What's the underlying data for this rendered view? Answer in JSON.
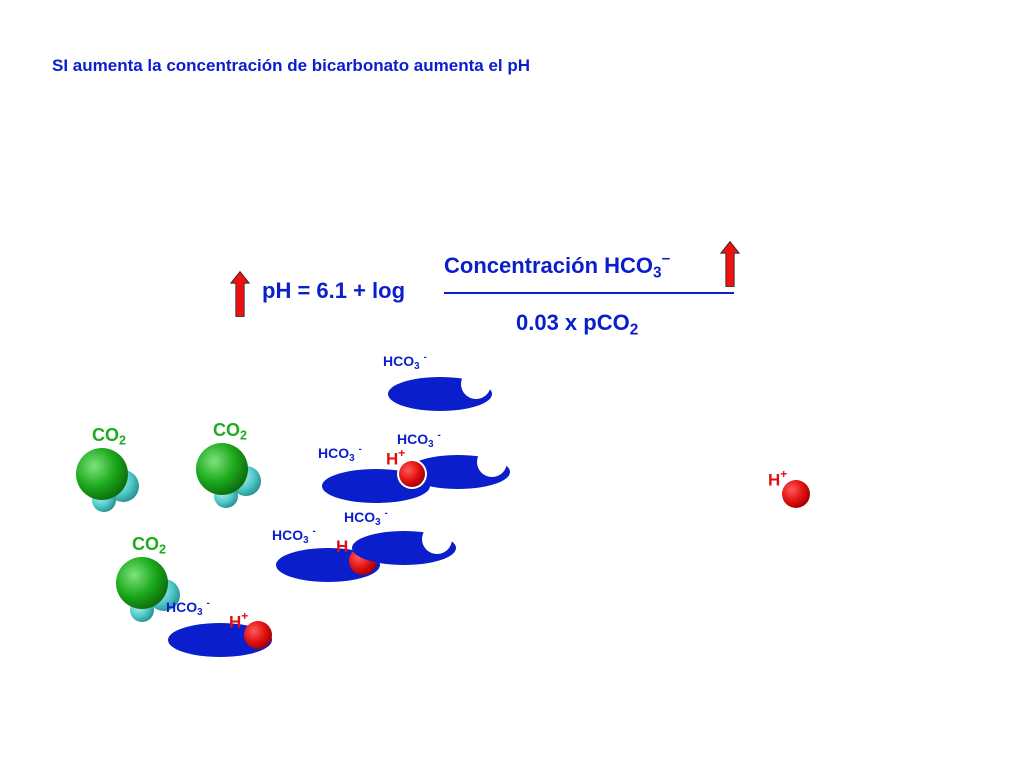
{
  "title": "SI aumenta la concentración de bicarbonato aumenta el pH",
  "equation": {
    "lhs": "pH = 6.1 + log",
    "numerator_main": "Concentración HCO",
    "numerator_sub": "3",
    "numerator_sup": "–",
    "denominator_main": "0.03 x pCO",
    "denominator_sub": "2"
  },
  "labels": {
    "co2_main": "CO",
    "co2_sub": "2",
    "hco3_main": "HCO",
    "hco3_sub": "3",
    "hco3_sup": "-",
    "h_main": "H",
    "h_sup": "+"
  },
  "colors": {
    "blue": "#0a1ecc",
    "green": "#1eab1e",
    "cyan": "#4ec9c9",
    "red": "#e01010"
  }
}
